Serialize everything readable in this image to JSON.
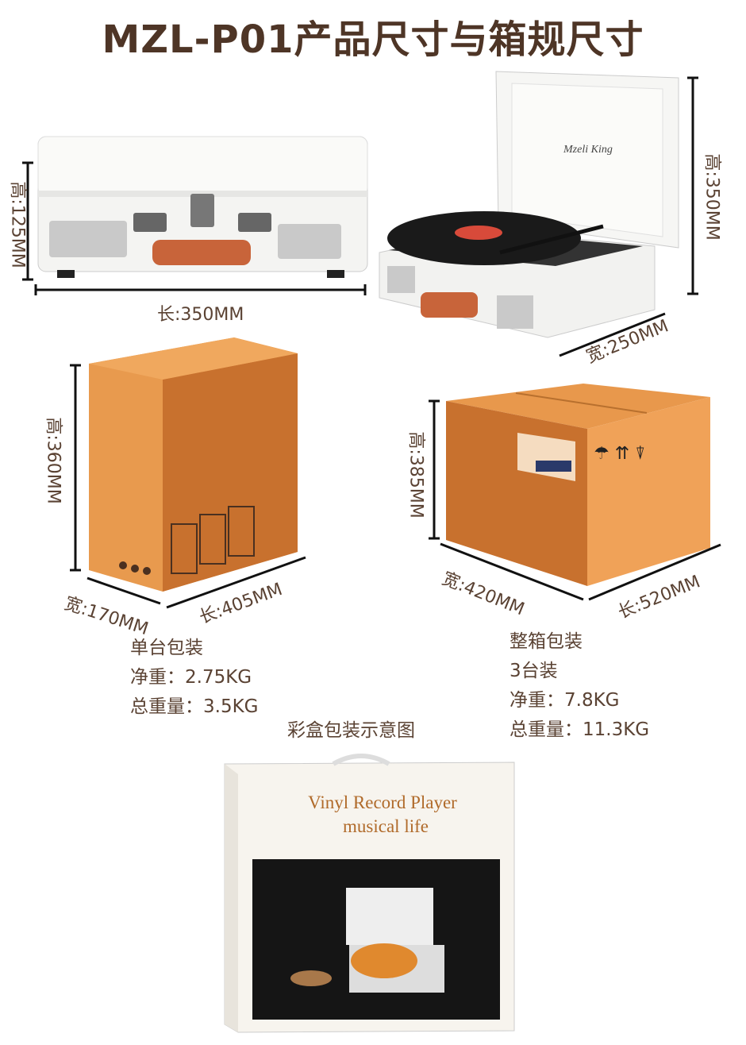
{
  "title": "MZL-P01产品尺寸与箱规尺寸",
  "product": {
    "closed_height": "高:125MM",
    "closed_length": "长:350MM",
    "open_height": "高:350MM",
    "open_width": "宽:250MM",
    "brand_logo": "Mzeli King"
  },
  "single_box": {
    "height": "高:360MM",
    "width": "宽:170MM",
    "length": "长:405MM",
    "info": [
      "单台包装",
      "净重：2.75KG",
      "总重量：3.5KG"
    ]
  },
  "carton": {
    "height": "高:385MM",
    "width": "宽:420MM",
    "length": "长:520MM",
    "info": [
      "整箱包装",
      "3台装",
      "净重：7.8KG",
      "总重量：11.3KG"
    ]
  },
  "retail_box": {
    "caption": "彩盒包装示意图",
    "line1": "Vinyl Record Player",
    "line2": "musical life"
  },
  "colors": {
    "text": "#5a4233",
    "box_orange": "#e89a4e",
    "box_dark": "#c8712e",
    "handle": "#c8643a"
  }
}
